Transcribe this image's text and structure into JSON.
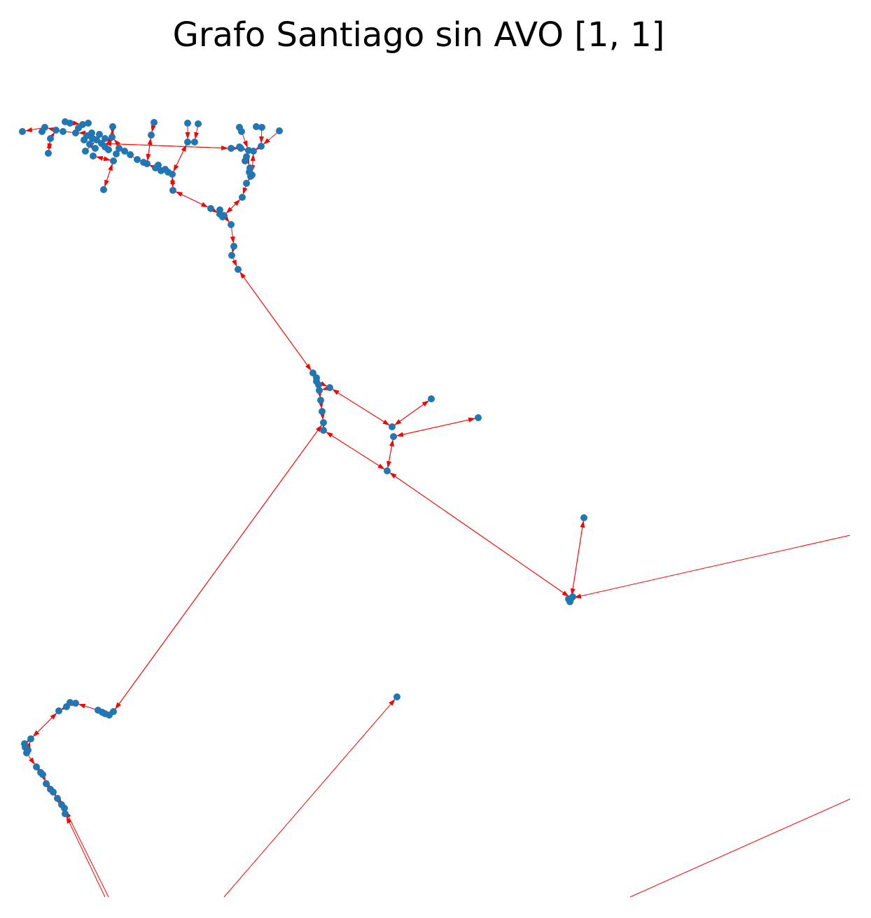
{
  "title": "Grafo Santiago sin AVO [1, 1]",
  "colors": {
    "node": "#1f77b4",
    "edge": "#ff0000",
    "background": "#ffffff"
  },
  "graph": {
    "directed": true,
    "nodes_visible": "blue circular nodes",
    "edges_visible": "red arrows"
  }
}
